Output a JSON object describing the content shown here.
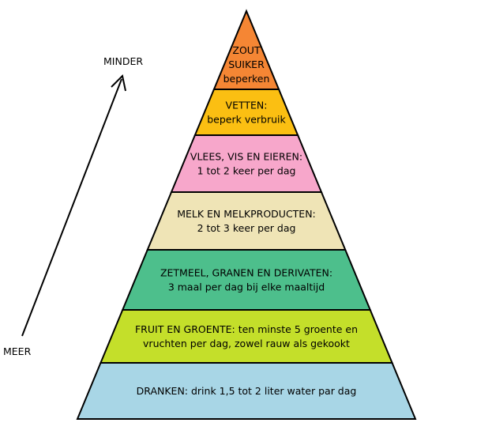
{
  "axis": {
    "top_label": "MINDER",
    "bottom_label": "MEER"
  },
  "tiers": [
    {
      "lines": [
        "ZOUT",
        "SUIKER",
        "beperken"
      ],
      "color": "#f58634"
    },
    {
      "lines": [
        "VETTEN:",
        "beperk verbruik"
      ],
      "color": "#fbbf12"
    },
    {
      "lines": [
        "VLEES, VIS EN EIEREN:",
        "1 tot 2 keer per dag"
      ],
      "color": "#f7a7cb"
    },
    {
      "lines": [
        "MELK EN MELKPRODUCTEN:",
        "2 tot 3 keer per dag"
      ],
      "color": "#efe4b6"
    },
    {
      "lines": [
        "ZETMEEL, GRANEN EN DERIVATEN:",
        "3 maal per dag bij elke maaltijd"
      ],
      "color": "#4dbf8c"
    },
    {
      "lines": [
        "FRUIT EN GROENTE: ten minste 5 groente en",
        "vruchten per dag, zowel rauw als gekookt"
      ],
      "color": "#c4df2a"
    },
    {
      "lines": [
        "DRANKEN: drink 1,5 tot 2 liter water par dag"
      ],
      "color": "#a8d6e6"
    }
  ],
  "colors": {
    "outline": "#000000",
    "arrow": "#000000"
  }
}
